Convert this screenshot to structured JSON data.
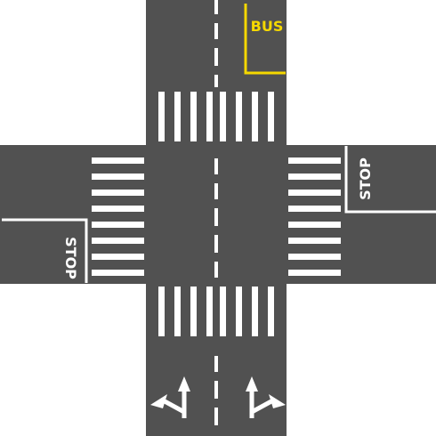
{
  "colors": {
    "background": "#ffffff",
    "asphalt": "#515151",
    "marking_white": "#ffffff",
    "marking_yellow": "#f5d800"
  },
  "markings": {
    "bus_label": "BUS",
    "stop_label_right": "STOP",
    "stop_label_left": "STOP"
  },
  "icons": {
    "left_arrow": "straight-and-left-arrow-icon",
    "right_arrow": "straight-and-right-arrow-icon"
  }
}
